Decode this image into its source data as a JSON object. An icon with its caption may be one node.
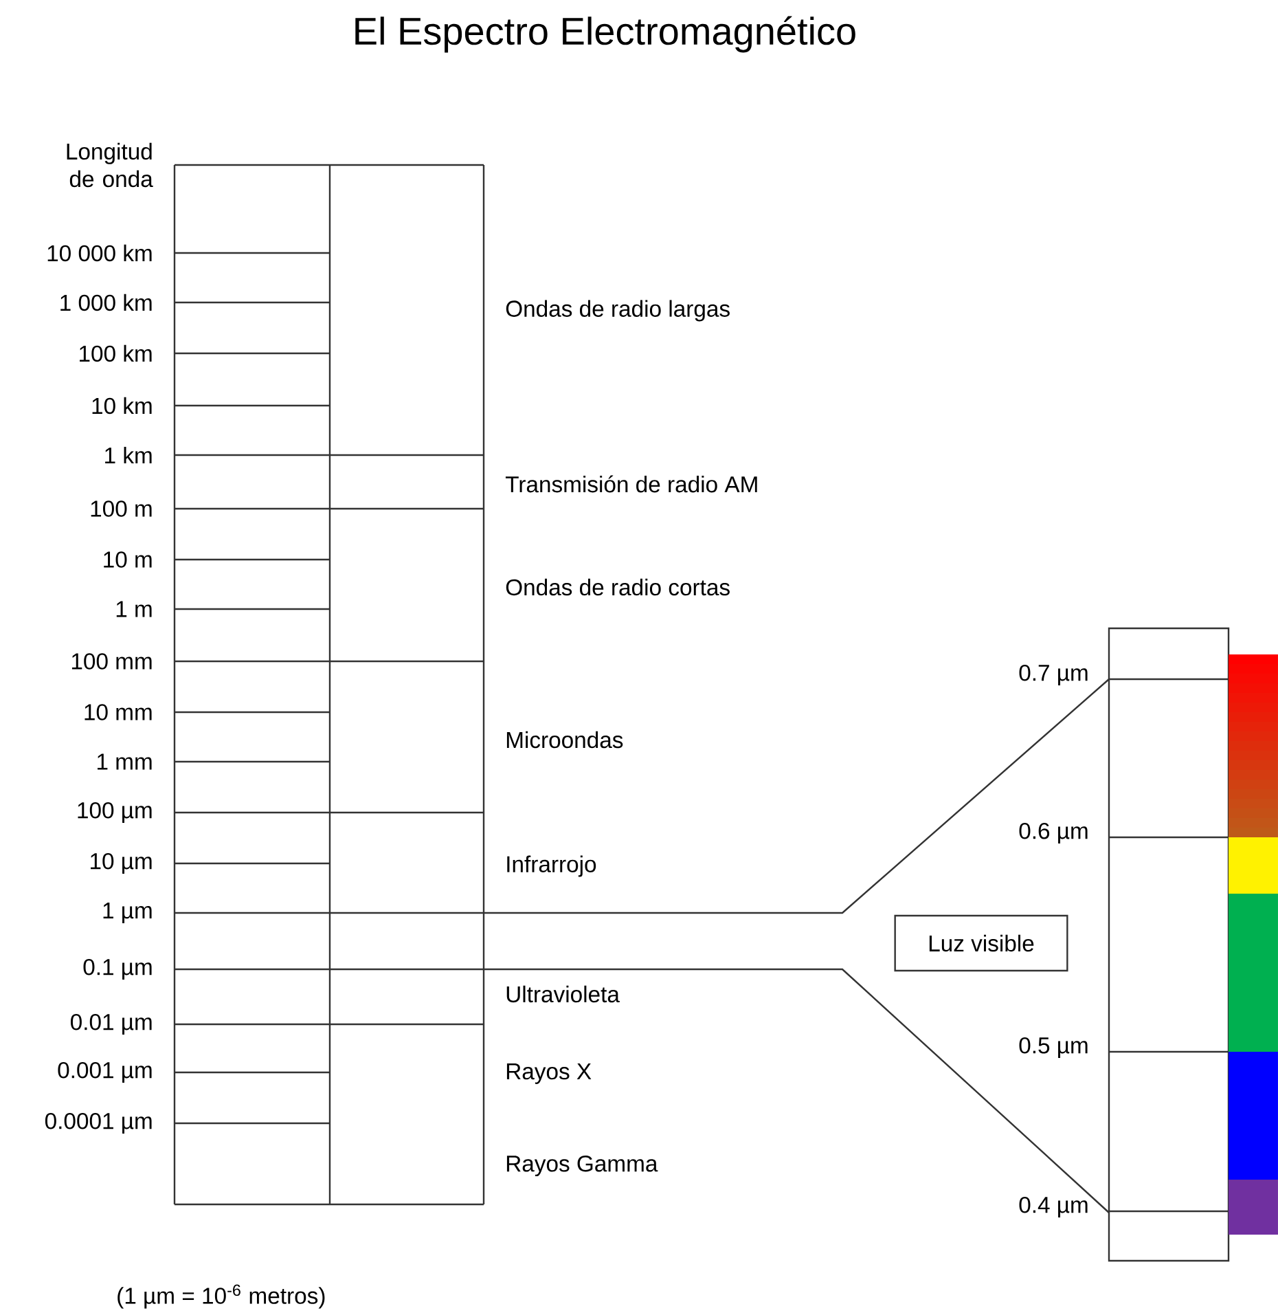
{
  "diagram": {
    "title": "El Espectro Electromagnético",
    "nodes": [
      {
        "text": [
          "Luz visible"
        ]
      }
    ],
    "labels": [
      "Longitud de onda",
      "10 000 km",
      "1 000 km",
      "100 km",
      "10 km",
      "1 km",
      "100 m",
      "10 m",
      "1 m",
      "100 mm",
      "10 mm",
      "1 mm",
      "100 µm",
      "10 µm",
      "1 µm",
      "0.1 µm",
      "0.01 µm",
      "0.001 µm",
      "0.0001 µm",
      "Ondas de radio largas",
      "Transmisión de radio AM",
      "Ondas de radio cortas",
      "Microondas",
      "Infrarrojo",
      "Ultravioleta",
      "Rayos X",
      "Rayos Gamma",
      "0.7 µm",
      "0.6 µm",
      "0.5 µm",
      "0.4 µm",
      "(1 µm = 10$^{-6}$ metros)"
    ]
  }
}
